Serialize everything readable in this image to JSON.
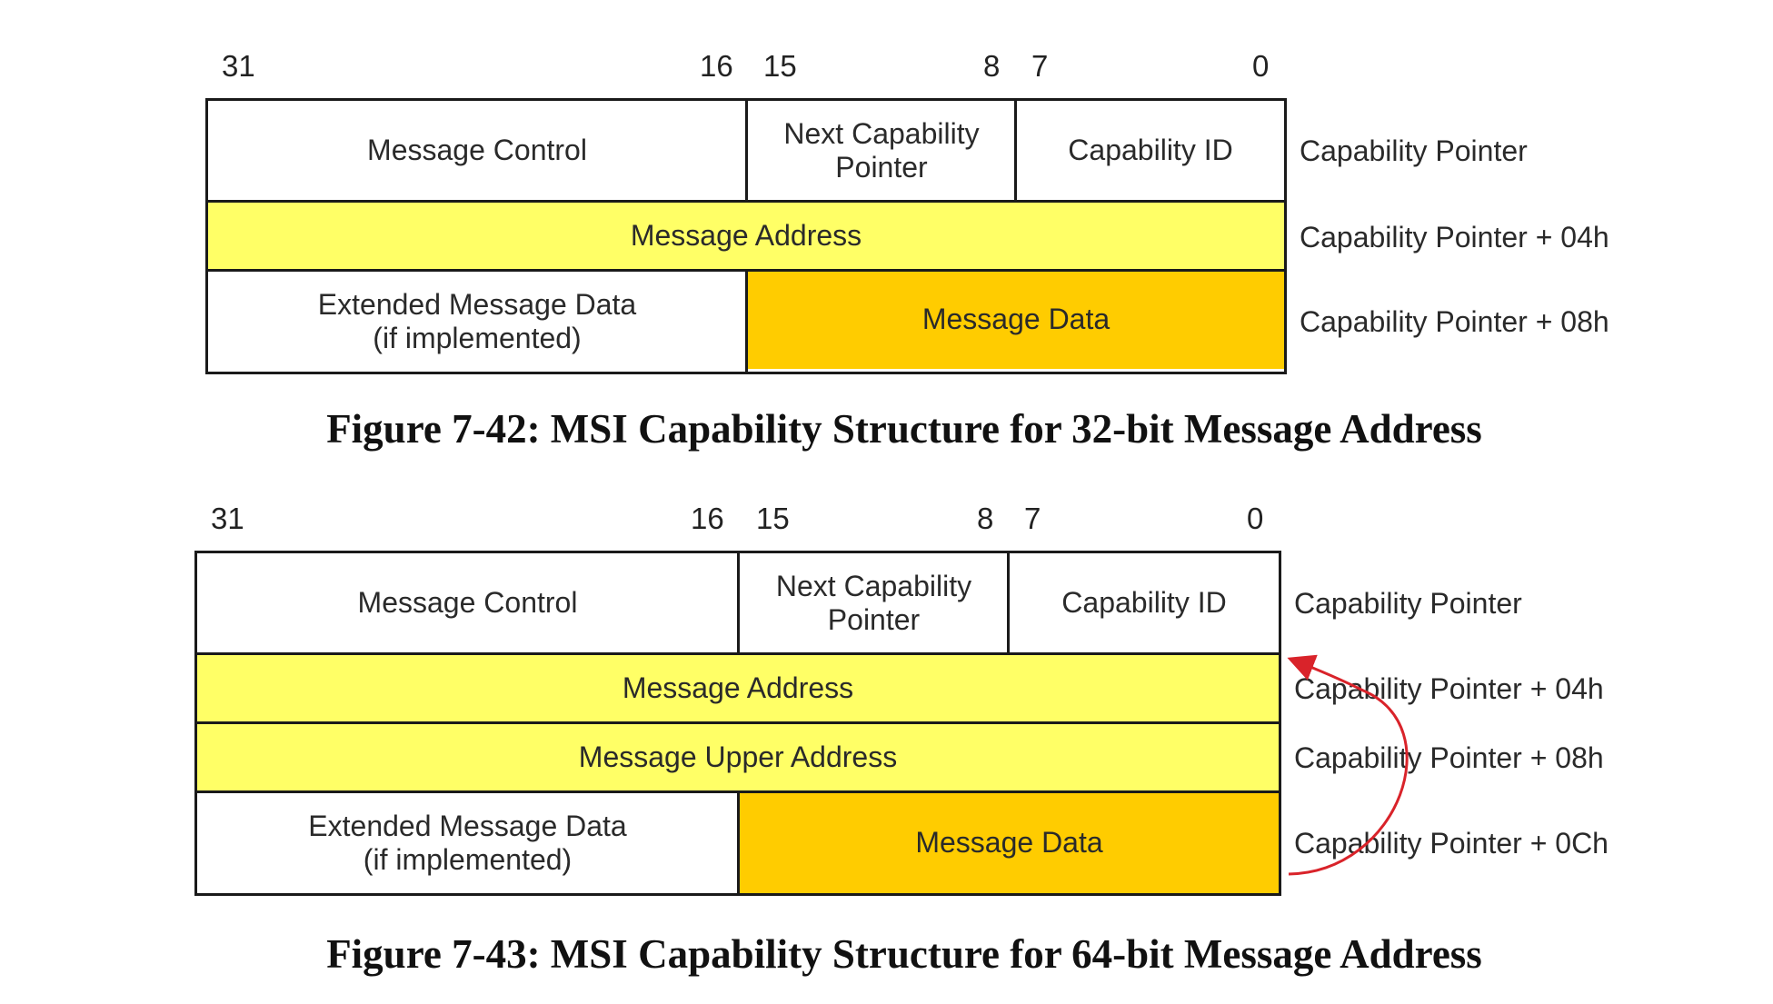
{
  "figure1": {
    "bits": {
      "b31": "31",
      "b16": "16",
      "b15": "15",
      "b8": "8",
      "b7": "7",
      "b0": "0"
    },
    "rows": {
      "message_control": "Message Control",
      "next_cap_line1": "Next Capability",
      "next_cap_line2": "Pointer",
      "capability_id": "Capability ID",
      "message_address": "Message Address",
      "ext_data_line1": "Extended Message Data",
      "ext_data_line2": "(if implemented)",
      "message_data": "Message Data"
    },
    "offsets": [
      "Capability Pointer",
      "Capability Pointer + 04h",
      "Capability Pointer + 08h"
    ],
    "caption": "Figure 7-42:  MSI Capability Structure for 32-bit Message Address"
  },
  "figure2": {
    "bits": {
      "b31": "31",
      "b16": "16",
      "b15": "15",
      "b8": "8",
      "b7": "7",
      "b0": "0"
    },
    "rows": {
      "message_control": "Message Control",
      "next_cap_line1": "Next Capability",
      "next_cap_line2": "Pointer",
      "capability_id": "Capability ID",
      "message_address": "Message Address",
      "message_upper_address": "Message Upper Address",
      "ext_data_line1": "Extended Message Data",
      "ext_data_line2": "(if implemented)",
      "message_data": "Message Data"
    },
    "offsets": [
      "Capability Pointer",
      "Capability Pointer + 04h",
      "Capability Pointer + 08h",
      "Capability Pointer + 0Ch"
    ],
    "caption": "Figure 7-43:  MSI Capability Structure for 64-bit Message Address"
  },
  "colors": {
    "address_fill": "#ffff66",
    "data_fill": "#ffcc00",
    "annotation_arrow": "#d9232a"
  }
}
